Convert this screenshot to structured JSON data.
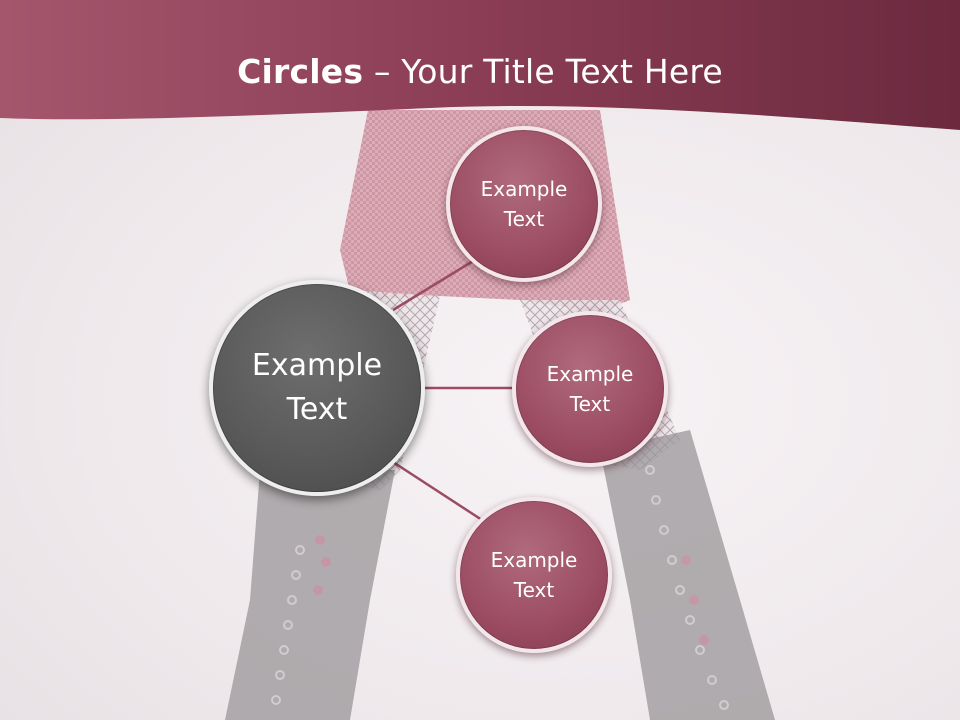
{
  "slide": {
    "title_bold": "Circles",
    "title_rest": " – Your Title Text Here"
  },
  "center_circle": {
    "label": "Example Text"
  },
  "circles": [
    {
      "label": "Example Text"
    },
    {
      "label": "Example Text"
    },
    {
      "label": "Example Text"
    }
  ],
  "colors": {
    "header": "#8a3d55",
    "small_circle": "#9b4c62",
    "center_circle": "#585858",
    "connector": "#9b4c62"
  }
}
